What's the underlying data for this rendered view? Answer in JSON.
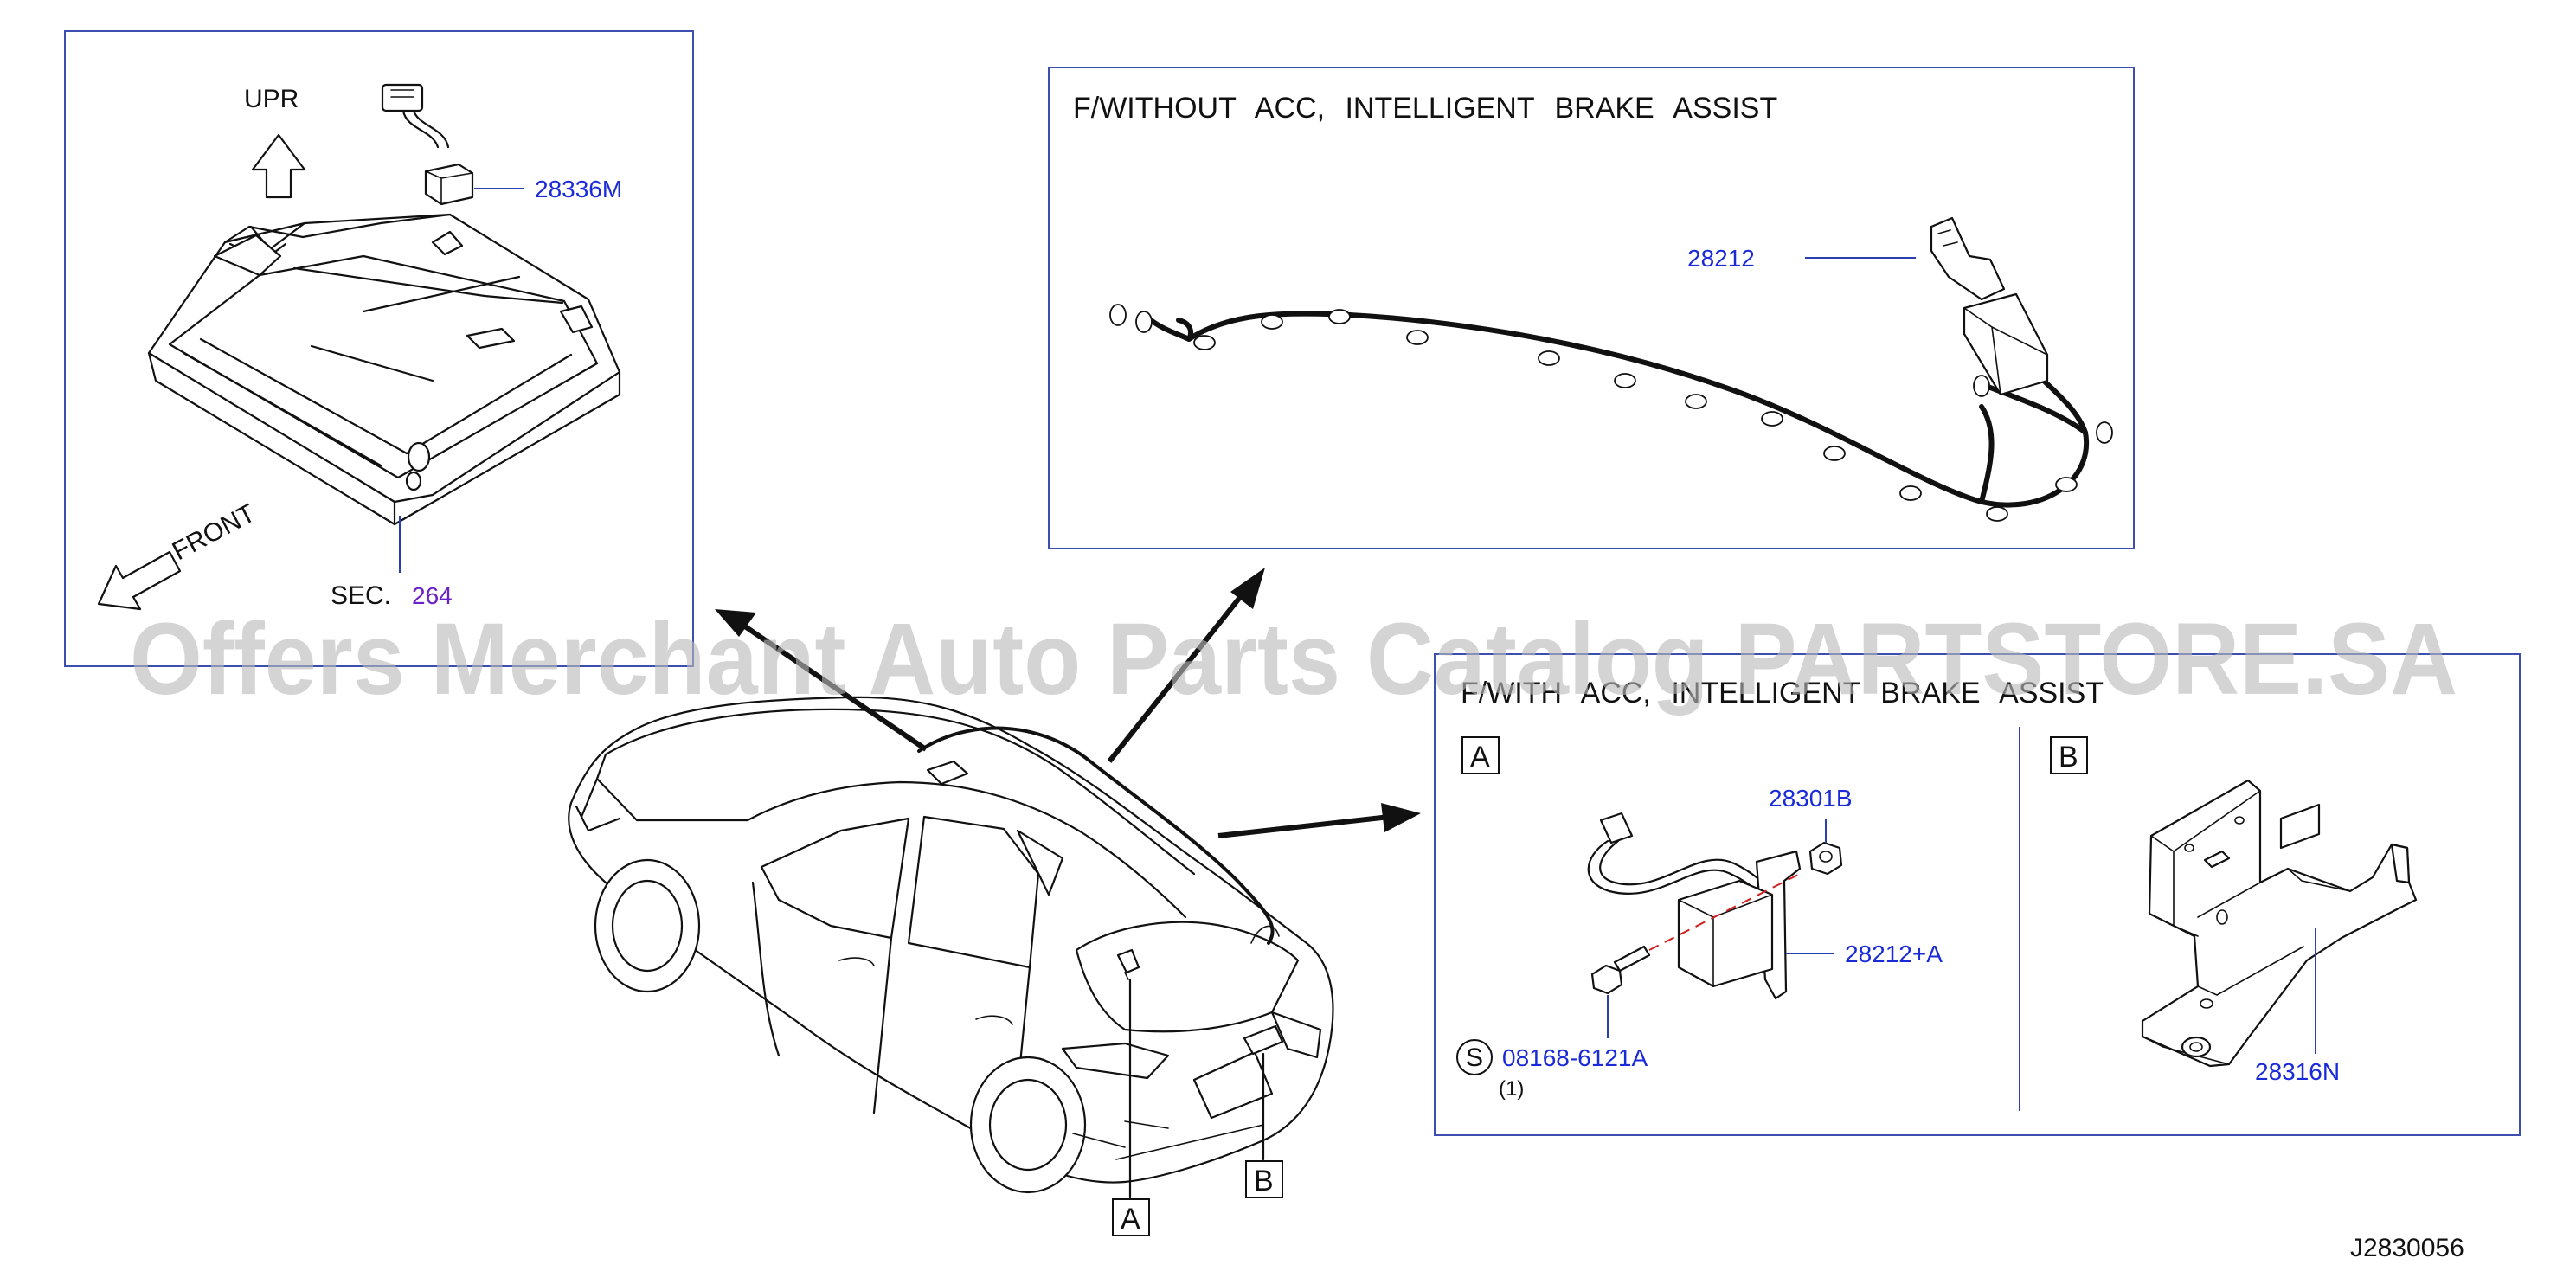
{
  "diagram_code": "J2830056",
  "watermark": "Offers Merchant Auto Parts Catalog PARTSTORE.SA",
  "top_left_panel": {
    "upr_label": "UPR",
    "front_label": "FRONT",
    "sec_label": "SEC.",
    "sec_number": "264",
    "part_number": "28336M"
  },
  "top_right_panel": {
    "title": "F/WITHOUT ACC, INTELLIGENT BRAKE ASSIST",
    "part_number": "28212"
  },
  "bottom_right_panel": {
    "title": "F/WITH ACC, INTELLIGENT BRAKE ASSIST",
    "section_a": {
      "label": "A",
      "parts": {
        "nut": "28301B",
        "module": "28212+A",
        "bolt": "08168-6121A",
        "bolt_symbol": "S",
        "bolt_qty": "(1)"
      }
    },
    "section_b": {
      "label": "B",
      "parts": {
        "bracket": "28316N"
      }
    }
  },
  "vehicle_callouts": {
    "a": "A",
    "b": "B"
  }
}
